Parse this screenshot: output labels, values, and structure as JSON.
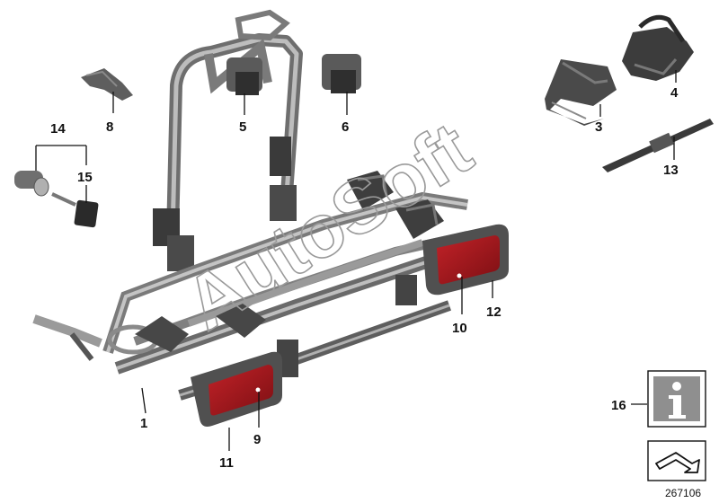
{
  "watermark": "AutoSoft",
  "diagram_id": "267106",
  "callouts": [
    "1",
    "3",
    "4",
    "5",
    "6",
    "8",
    "9",
    "10",
    "11",
    "12",
    "13",
    "14",
    "15",
    "16"
  ],
  "icons": {
    "info": "info-icon",
    "arrow": "stepped-arrow-icon"
  },
  "colors": {
    "rack_metal": "#8e8e8e",
    "rack_dark": "#3d3d3d",
    "lamp_red": "#a3171c",
    "lamp_frame": "#4a4a4a"
  }
}
